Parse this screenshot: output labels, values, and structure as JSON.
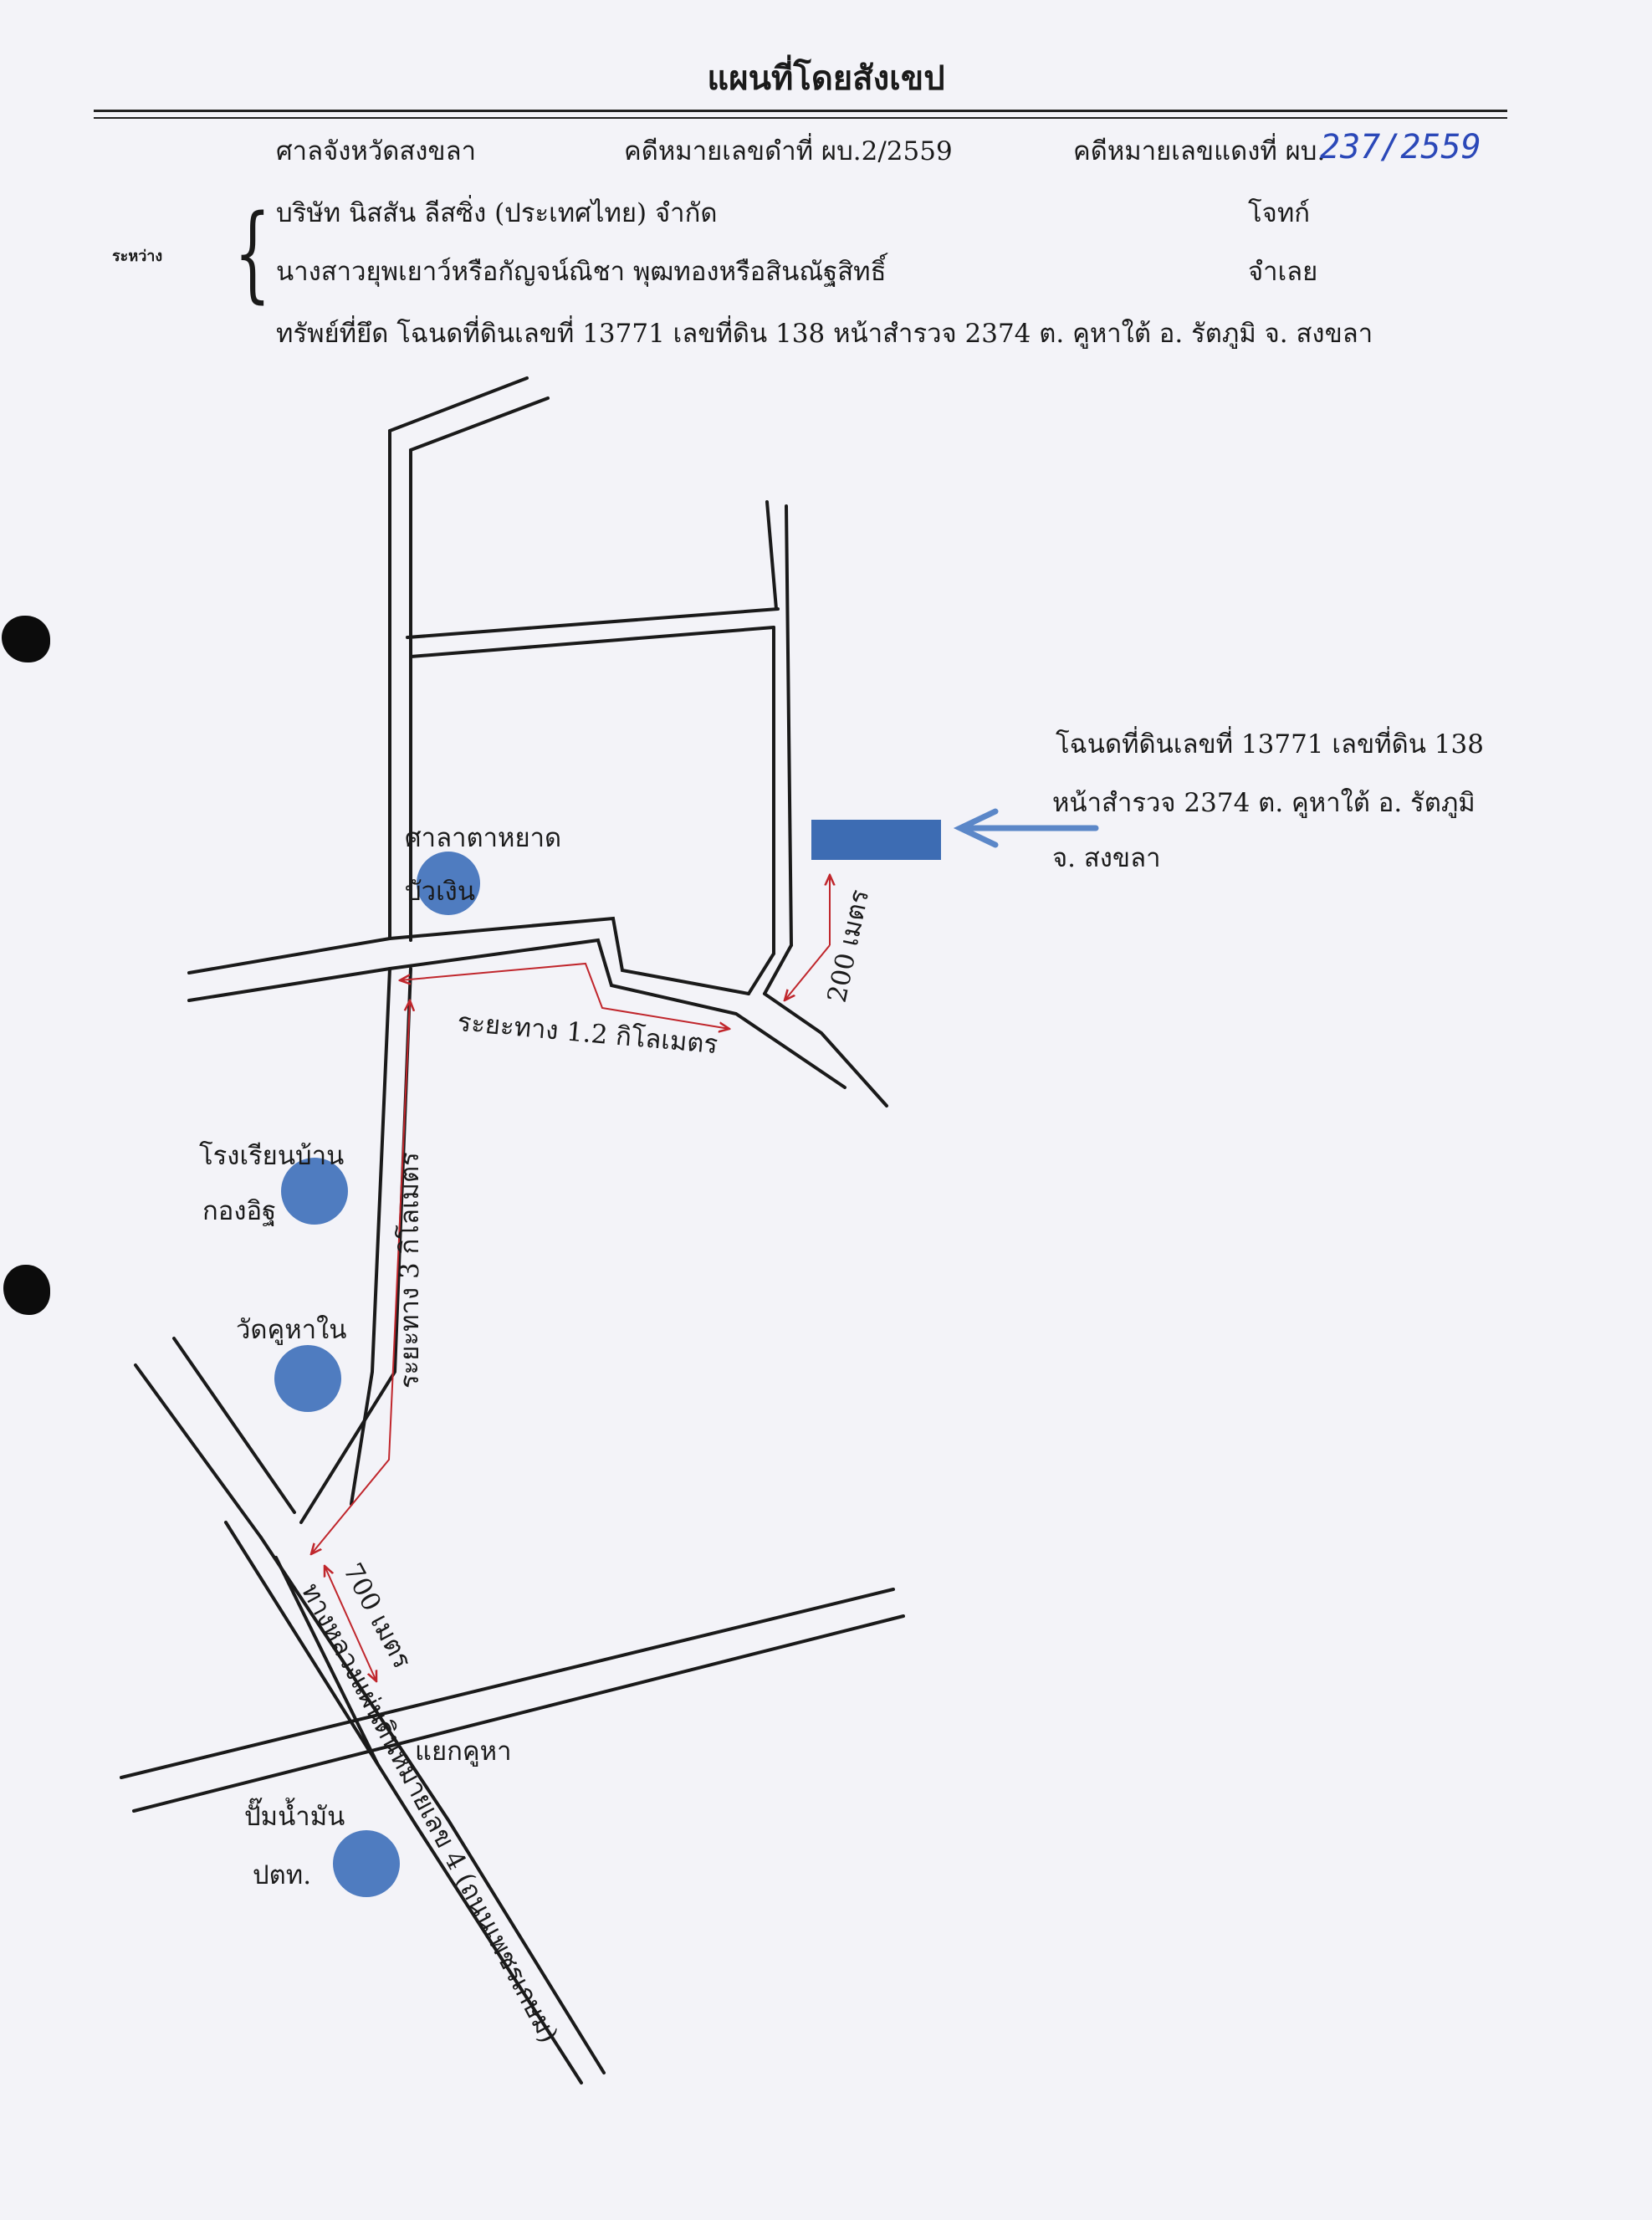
{
  "header": {
    "title": "แผนที่โดยสังเขป",
    "court": "ศาลจังหวัดสงขลา",
    "black_case": "คดีหมายเลขดำที่ ผบ.2/2559",
    "red_case_label": "คดีหมายเลขแดงที่ ผบ.",
    "red_case_number": "237/2559",
    "between_label": "ระหว่าง",
    "plaintiff_name": "บริษัท นิสสัน ลีสซิ่ง (ประเทศไทย) จำกัด",
    "plaintiff_role": "โจทก์",
    "defendant_name": "นางสาวยุพเยาว์หรือกัญจน์ณิชา พุฒทองหรือสินณัฐสิทธิ์",
    "defendant_role": "จำเลย",
    "seized_asset": "ทรัพย์ที่ยึด   โฉนดที่ดินเลขที่ 13771 เลขที่ดิน 138 หน้าสำรวจ 2374 ต. คูหาใต้ อ. รัตภูมิ จ. สงขลา"
  },
  "map": {
    "target_label_lines": [
      "โฉนดที่ดินเลขที่ 13771 เลขที่ดิน 138",
      "หน้าสำรวจ 2374 ต. คูหาใต้ อ. รัตภูมิ",
      "จ. สงขลา"
    ],
    "landmarks": {
      "pavilion": [
        "ศาลาตาหยาด",
        "บัวเงิน"
      ],
      "school": [
        "โรงเรียนบ้าน",
        "กองอิฐ"
      ],
      "temple": "วัดคูหาใน",
      "gas_station": [
        "ปั๊มน้ำมัน",
        "ปตท."
      ],
      "junction": "แยกคูหา"
    },
    "distances": {
      "d200": "200 เมตร",
      "d1_2km": "ระยะทาง 1.2 กิโลเมตร",
      "d3km": "ระยะทาง 3 กิโลเมตร",
      "d700": "700 เมตร"
    },
    "highway": "ทางหลวงแผ่นดินหมายเลข 4 (ถนนเพชรเกษม)",
    "colors": {
      "landmark": "#4f7cc0",
      "target": "#3d6cb3",
      "arrow": "#5b87c8",
      "distance": "#c0262c",
      "road": "#1a1a1a"
    }
  }
}
